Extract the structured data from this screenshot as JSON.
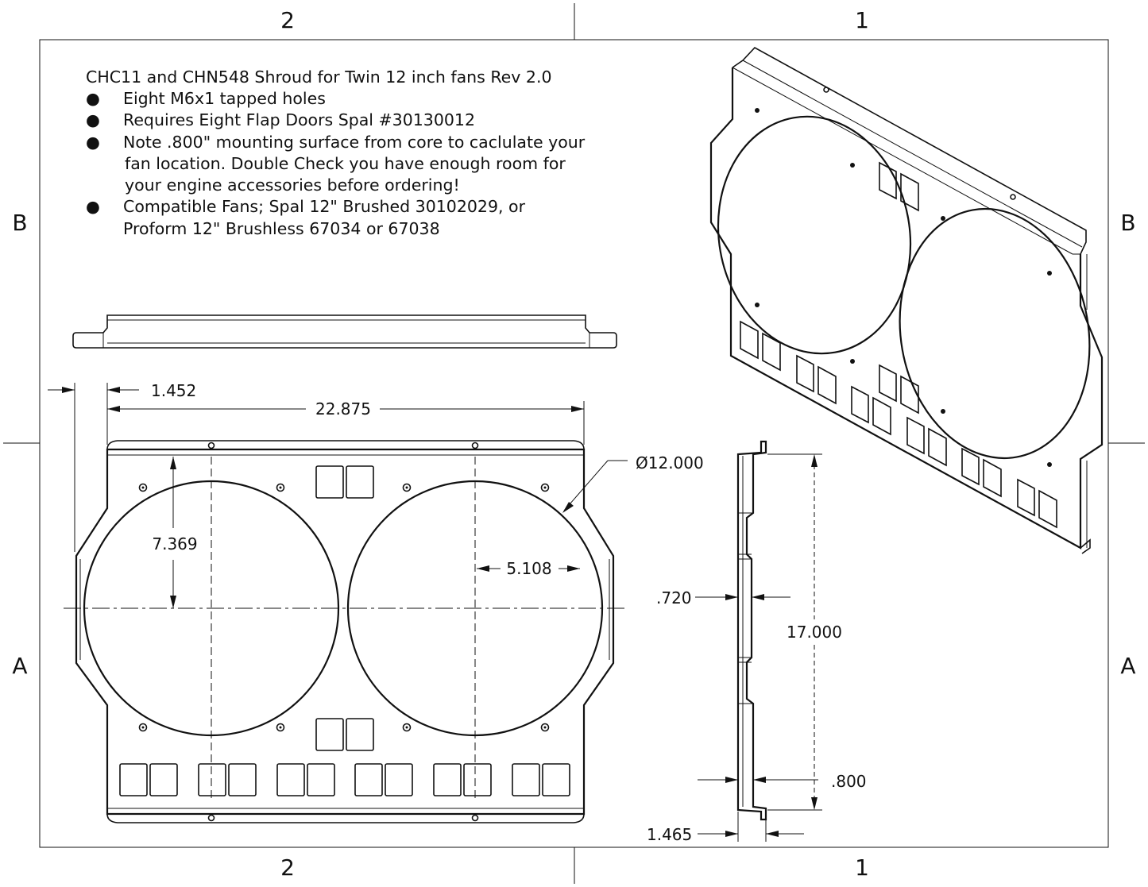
{
  "zones": {
    "top_left": "2",
    "top_right": "1",
    "bottom_left": "2",
    "bottom_right": "1",
    "left_upper": "B",
    "left_lower": "A",
    "right_upper": "B",
    "right_lower": "A"
  },
  "notes": {
    "title": "CHC11 and CHN548 Shroud for Twin 12 inch fans Rev 2.0",
    "bullet_glyph": "●",
    "items": [
      {
        "lines": [
          "Eight M6x1 tapped holes"
        ]
      },
      {
        "lines": [
          "Requires Eight Flap Doors Spal #30130012"
        ]
      },
      {
        "lines": [
          "Note .800\" mounting surface from core to caclulate your",
          "fan location.  Double Check you have enough room for",
          "your engine accessories before ordering!"
        ]
      },
      {
        "lines": [
          "Compatible Fans; Spal 12\" Brushed 30102029, or",
          "Proform 12\" Brushless 67034 or 67038"
        ]
      }
    ]
  },
  "dimensions": {
    "edge_offset": "1.452",
    "overall_width": "22.875",
    "fan_diameter": "Ø12.000",
    "center_height": "7.369",
    "center_offset": "5.108",
    "flange_depth": ".720",
    "overall_height": "17.000",
    "mount_surface": ".800",
    "side_depth": "1.465"
  }
}
